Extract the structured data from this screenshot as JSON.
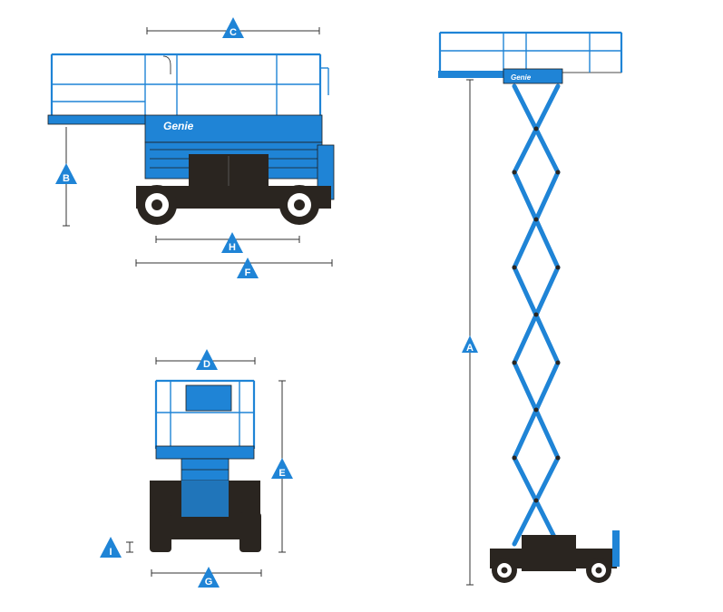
{
  "brand": "Genie",
  "colors": {
    "machine_blue": "#1f84d6",
    "chassis_dark": "#2a2520",
    "dimension_line": "#333333",
    "label_text": "#ffffff"
  },
  "dimension_labels": {
    "A": "A",
    "B": "B",
    "C": "C",
    "D": "D",
    "E": "E",
    "F": "F",
    "G": "G",
    "H": "H",
    "I": "I"
  },
  "views": [
    "side-view-stowed",
    "rear-view",
    "side-view-extended"
  ]
}
